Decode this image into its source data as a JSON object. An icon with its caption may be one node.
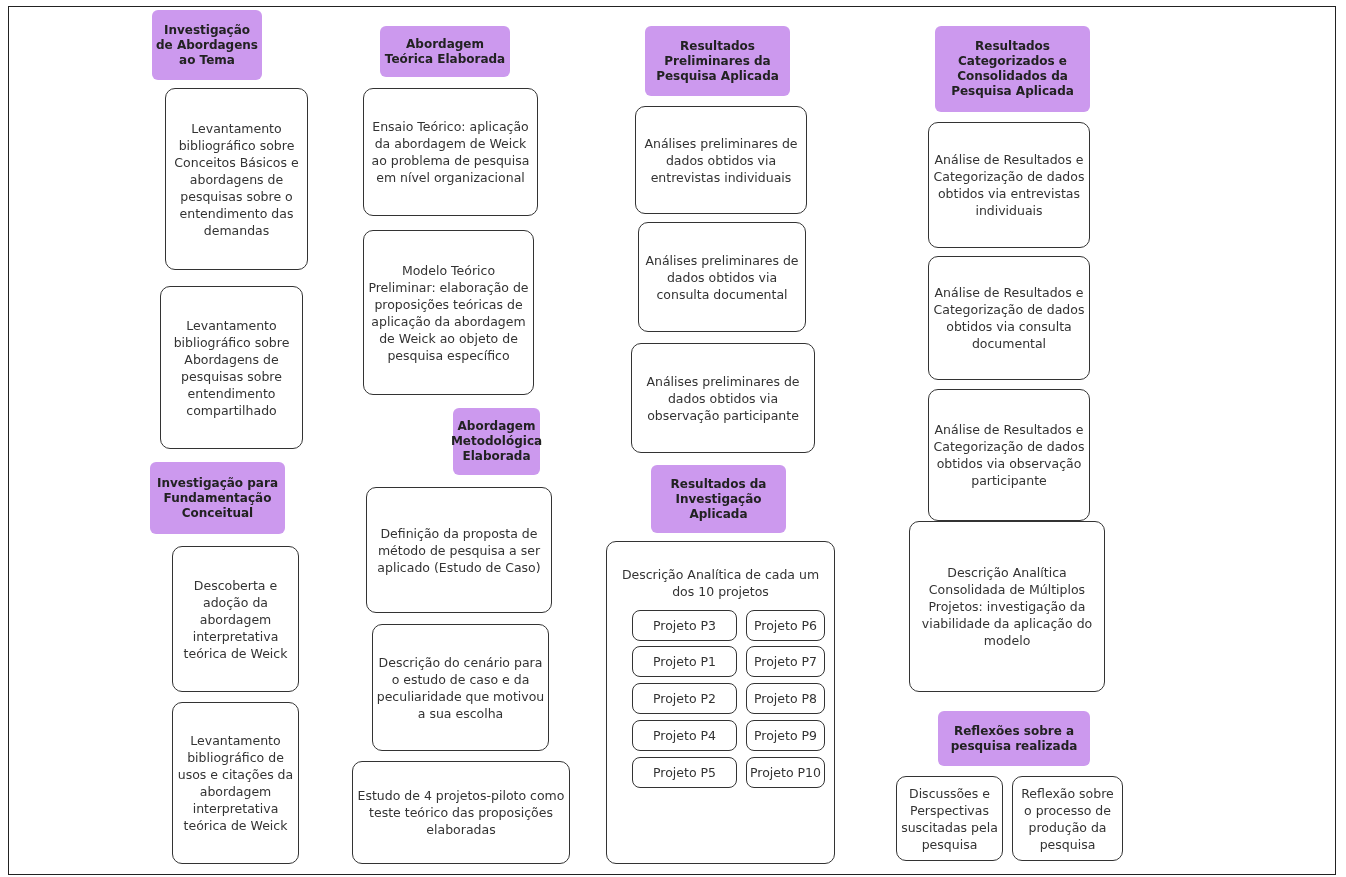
{
  "diagram": {
    "nodes": [
      {
        "text": [
          "Investigação de Abordagens ao Tema"
        ]
      },
      {
        "text": [
          "Levantamento bibliográfico sobre Conceitos Básicos e abordagens de pesquisas sobre o entendimento das demandas"
        ]
      },
      {
        "text": [
          "Levantamento bibliográfico sobre Abordagens de pesquisas sobre entendimento compartilhado"
        ]
      },
      {
        "text": [
          "Investigação para Fundamentação Conceitual"
        ]
      },
      {
        "text": [
          "Descoberta e adoção da abordagem interpretativa teórica de Weick"
        ]
      },
      {
        "text": [
          "Levantamento bibliográfico de usos e citações da abordagem interpretativa teórica de Weick"
        ]
      },
      {
        "text": [
          "Abordagem Teórica Elaborada"
        ]
      },
      {
        "text": [
          "Ensaio Teórico: aplicação da abordagem de Weick ao problema de pesquisa em nível organizacional"
        ]
      },
      {
        "text": [
          "Modelo Teórico Preliminar: elaboração de proposições teóricas de aplicação da abordagem de Weick ao objeto de pesquisa específico"
        ]
      },
      {
        "text": [
          "Abordagem Metodológica Elaborada"
        ]
      },
      {
        "text": [
          "Definição da proposta de método de pesquisa a ser aplicado (Estudo de Caso)"
        ]
      },
      {
        "text": [
          "Descrição do cenário para o estudo de caso e da peculiaridade que motivou a sua escolha"
        ]
      },
      {
        "text": [
          "Estudo de 4 projetos-piloto como teste teórico das proposições elaboradas"
        ]
      },
      {
        "text": [
          "Resultados Preliminares da Pesquisa Aplicada"
        ]
      },
      {
        "text": [
          "Análises preliminares de dados obtidos via entrevistas individuais"
        ]
      },
      {
        "text": [
          "Análises preliminares de dados obtidos via consulta documental"
        ]
      },
      {
        "text": [
          "Análises preliminares de dados obtidos via observação participante"
        ]
      },
      {
        "text": [
          "Resultados da Investigação Aplicada"
        ]
      },
      {
        "text": [
          "Descrição Analítica de cada um dos 10 projetos"
        ]
      },
      {
        "text": [
          "Projeto P3"
        ],
        "in": 18
      },
      {
        "text": [
          "Projeto P6"
        ],
        "in": 18
      },
      {
        "text": [
          "Projeto P1"
        ],
        "in": 18
      },
      {
        "text": [
          "Projeto P7"
        ],
        "in": 18
      },
      {
        "text": [
          "Projeto P2"
        ],
        "in": 18
      },
      {
        "text": [
          "Projeto P8"
        ],
        "in": 18
      },
      {
        "text": [
          "Projeto P4"
        ],
        "in": 18
      },
      {
        "text": [
          "Projeto P9"
        ],
        "in": 18
      },
      {
        "text": [
          "Projeto P5"
        ],
        "in": 18
      },
      {
        "text": [
          "Projeto P10"
        ],
        "in": 18
      },
      {
        "text": [
          "Resultados Categorizados e Consolidados da Pesquisa Aplicada"
        ]
      },
      {
        "text": [
          "Análise de Resultados e Categorização de dados obtidos via entrevistas individuais"
        ]
      },
      {
        "text": [
          "Análise de Resultados e Categorização de dados obtidos via consulta documental"
        ]
      },
      {
        "text": [
          "Análise de Resultados e Categorização de dados obtidos via observação participante"
        ]
      },
      {
        "text": [
          "Descrição Analítica Consolidada de Múltiplos Projetos: investigação da viabilidade da aplicação do modelo"
        ]
      },
      {
        "text": [
          "Reflexões sobre a pesquisa realizada"
        ]
      },
      {
        "text": [
          "Discussões e Perspectivas suscitadas pela pesquisa"
        ]
      },
      {
        "text": [
          "Reflexão sobre o processo de produção da pesquisa"
        ]
      }
    ]
  }
}
